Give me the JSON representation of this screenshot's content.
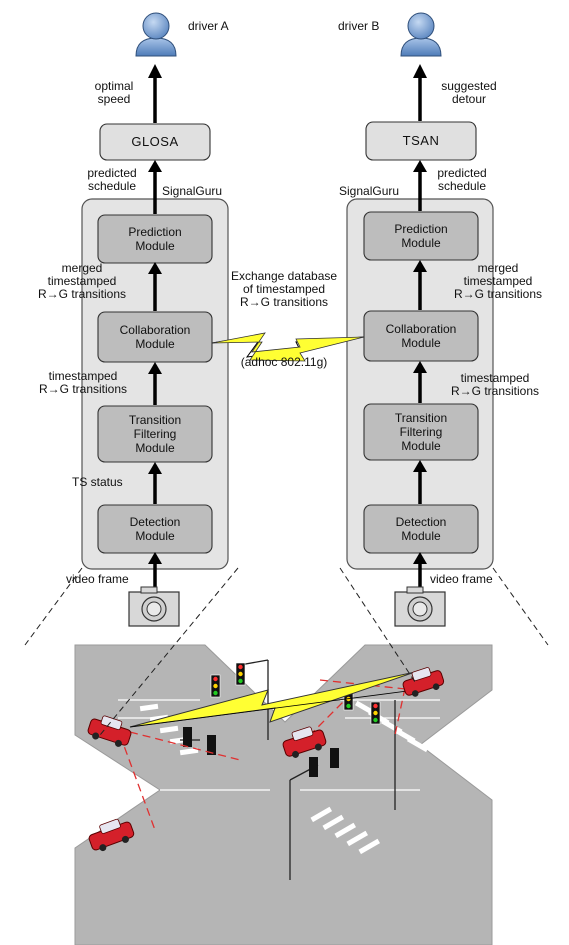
{
  "left_column": {
    "driver": "driver A",
    "output_label": "optimal\nspeed",
    "app": "GLOSA",
    "schedule_label": "predicted\nschedule",
    "system": "SignalGuru",
    "prediction": "Prediction\nModule",
    "merged_label": "merged\ntimestamped\nR→G transitions",
    "collaboration": "Collaboration\nModule",
    "timestamped_label": "timestamped\nR→G transitions",
    "filtering": "Transition\nFiltering\nModule",
    "ts_label": "TS status",
    "detection": "Detection\nModule",
    "video_label": "video frame"
  },
  "right_column": {
    "driver": "driver B",
    "output_label": "suggested\ndetour",
    "app": "TSAN",
    "schedule_label": "predicted\nschedule",
    "system": "SignalGuru",
    "prediction": "Prediction\nModule",
    "merged_label": "merged\ntimestamped\nR→G transitions",
    "collaboration": "Collaboration\nModule",
    "timestamped_label": "timestamped\nR→G transitions",
    "filtering": "Transition\nFiltering\nModule",
    "detection": "Detection\nModule",
    "video_label": "video frame"
  },
  "exchange": {
    "label": "Exchange database\nof timestamped\nR→G transitions",
    "link": "(adhoc 802.11g)"
  },
  "colors": {
    "system_fill": "#e4e4e4",
    "module_fill": "#bdbdbd",
    "person": "#6f96c8",
    "road": "#b5b5b5",
    "car": "#d4202a",
    "lightning": "#ffff33",
    "sight_line": "#e03030"
  }
}
